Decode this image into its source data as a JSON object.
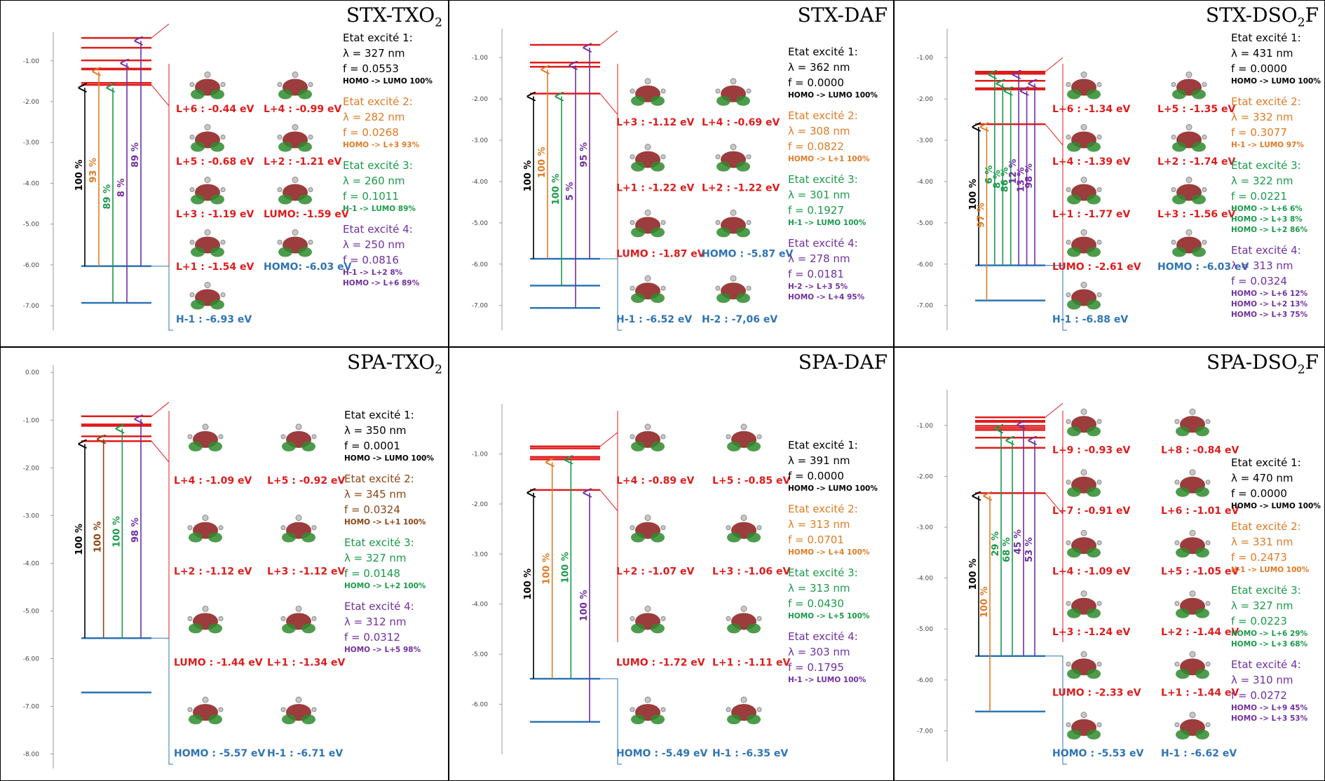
{
  "colors": {
    "black": "#000000",
    "orange": "#e07b24",
    "green": "#1a9a4a",
    "purple": "#7030a0",
    "red": "#e01b1b",
    "blue": "#2e74b5",
    "axis": "#999999"
  },
  "panels": [
    {
      "title": "STX-TXO",
      "title_sub": "2",
      "ytick_labels": [
        "-1.00",
        "-2.00",
        "-3.00",
        "-4.00",
        "-5.00",
        "-6.00",
        "-7.00"
      ],
      "ylim": [
        -0.3,
        -7.6
      ],
      "occupied_levels": [
        -6.03,
        -6.93
      ],
      "unoccupied_levels": [
        -0.44,
        -0.68,
        -0.99,
        -1.19,
        -1.21,
        -1.54,
        -1.59
      ],
      "arrows": [
        {
          "from": -6.03,
          "to": -1.59,
          "label": "100 %",
          "color": "black"
        },
        {
          "from": -6.03,
          "to": -1.19,
          "label": "93 %",
          "color": "orange"
        },
        {
          "from": -6.93,
          "to": -1.59,
          "label": "89 %",
          "color": "green"
        },
        {
          "from": -6.93,
          "to": -0.99,
          "label": "8 %",
          "color": "purple"
        },
        {
          "from": -6.03,
          "to": -0.44,
          "label": "89 %",
          "color": "purple"
        }
      ],
      "orbital_labels": [
        {
          "text": "L+6 : -0.44 eV",
          "color": "red"
        },
        {
          "text": "L+4 : -0.99 eV",
          "color": "red"
        },
        {
          "text": "L+5 : -0.68 eV",
          "color": "red"
        },
        {
          "text": "L+2 : -1.21 eV",
          "color": "red"
        },
        {
          "text": "L+3 : -1.19 eV",
          "color": "red"
        },
        {
          "text": "LUMO: -1.59 eV",
          "color": "red"
        },
        {
          "text": "L+1 : -1.54 eV",
          "color": "red"
        },
        {
          "text": "HOMO: -6.03 eV",
          "color": "blue"
        },
        {
          "text": "H-1 : -6.93 eV",
          "color": "blue"
        }
      ],
      "states": [
        {
          "name": "Etat excité 1:",
          "lambda": "λ = 327 nm",
          "f": "f = 0.0553",
          "transitions": [
            "HOMO -> LUMO 100%"
          ],
          "color": "black"
        },
        {
          "name": "Etat excité 2:",
          "lambda": "λ = 282 nm",
          "f": "f = 0.0268",
          "transitions": [
            "HOMO -> L+3 93%"
          ],
          "color": "orange"
        },
        {
          "name": "Etat excité 3:",
          "lambda": "λ = 260 nm",
          "f": "f = 0.1011",
          "transitions": [
            "H-1 -> LUMO 89%"
          ],
          "color": "green"
        },
        {
          "name": "Etat excité 4:",
          "lambda": "λ = 250 nm",
          "f": "f = 0.0816",
          "transitions": [
            "H-1 -> L+2          8%",
            "HOMO -> L+6 89%"
          ],
          "color": "purple"
        }
      ]
    },
    {
      "title": "STX-DAF",
      "title_sub": "",
      "ytick_labels": [
        "-1.00",
        "-2.00",
        "-3.00",
        "-4.00",
        "-5.00",
        "-6.00",
        "-7.00"
      ],
      "ylim": [
        -0.3,
        -7.6
      ],
      "occupied_levels": [
        -5.87,
        -6.52,
        -7.06
      ],
      "unoccupied_levels": [
        -0.69,
        -1.12,
        -1.22,
        -1.87
      ],
      "arrows": [
        {
          "from": -5.87,
          "to": -1.87,
          "label": "100 %",
          "color": "black"
        },
        {
          "from": -5.87,
          "to": -1.22,
          "label": "100 %",
          "color": "orange"
        },
        {
          "from": -6.52,
          "to": -1.87,
          "label": "100 %",
          "color": "green"
        },
        {
          "from": -7.06,
          "to": -1.12,
          "label": "5 %",
          "color": "purple"
        },
        {
          "from": -5.87,
          "to": -0.69,
          "label": "95 %",
          "color": "purple"
        }
      ],
      "orbital_labels": [
        {
          "text": "L+3 : -1.12 eV",
          "color": "red"
        },
        {
          "text": "L+4 : -0.69 eV",
          "color": "red"
        },
        {
          "text": "L+1 : -1.22 eV",
          "color": "red"
        },
        {
          "text": "L+2 : -1.22 eV",
          "color": "red"
        },
        {
          "text": "LUMO : -1.87 eV",
          "color": "red"
        },
        {
          "text": "HOMO : -5.87 eV",
          "color": "blue"
        },
        {
          "text": "H-1 : -6.52 eV",
          "color": "blue"
        },
        {
          "text": "H-2 : -7,06 eV",
          "color": "blue"
        }
      ],
      "states": [
        {
          "name": "Etat excité 1:",
          "lambda": "λ = 362 nm",
          "f": "f = 0.0000",
          "transitions": [
            "HOMO -> LUMO 100%"
          ],
          "color": "black"
        },
        {
          "name": "Etat excité 2:",
          "lambda": "λ = 308 nm",
          "f": "f = 0.0822",
          "transitions": [
            "HOMO -> L+1 100%"
          ],
          "color": "orange"
        },
        {
          "name": "Etat excité 3:",
          "lambda": "λ = 301 nm",
          "f": "f = 0.1927",
          "transitions": [
            "H-1 -> LUMO 100%"
          ],
          "color": "green"
        },
        {
          "name": "Etat excité 4:",
          "lambda": "λ = 278 nm",
          "f": "f = 0.0181",
          "transitions": [
            "H-2 -> L+3          5%",
            "HOMO -> L+4 95%"
          ],
          "color": "purple"
        }
      ]
    },
    {
      "title": "STX-DSO",
      "title_sub": "2",
      "title_tail": "F",
      "ytick_labels": [
        "-1.00",
        "-2.00",
        "-3.00",
        "-4.00",
        "-5.00",
        "-6.00",
        "-7.00"
      ],
      "ylim": [
        -0.3,
        -7.6
      ],
      "occupied_levels": [
        -6.03,
        -6.88
      ],
      "unoccupied_levels": [
        -1.34,
        -1.35,
        -1.39,
        -1.56,
        -1.74,
        -1.77,
        -2.61
      ],
      "arrows": [
        {
          "from": -6.03,
          "to": -2.61,
          "label": "100 %",
          "color": "black"
        },
        {
          "from": -6.88,
          "to": -2.61,
          "label": "97 %",
          "color": "orange"
        },
        {
          "from": -6.03,
          "to": -1.34,
          "label": "6 %",
          "color": "green"
        },
        {
          "from": -6.03,
          "to": -1.56,
          "label": "8 %",
          "color": "green"
        },
        {
          "from": -6.03,
          "to": -1.74,
          "label": "86 %",
          "color": "green"
        },
        {
          "from": -6.03,
          "to": -1.34,
          "label": "12 %",
          "color": "purple"
        },
        {
          "from": -6.03,
          "to": -1.74,
          "label": "13 %",
          "color": "purple"
        },
        {
          "from": -6.03,
          "to": -1.56,
          "label": "98 %",
          "color": "purple"
        }
      ],
      "orbital_labels": [
        {
          "text": "L+6 : -1.34 eV",
          "color": "red"
        },
        {
          "text": "L+5 : -1.35 eV",
          "color": "red"
        },
        {
          "text": "L+4 : -1.39 eV",
          "color": "red"
        },
        {
          "text": "L+2 : -1.74 eV",
          "color": "red"
        },
        {
          "text": "L+1 : -1.77 eV",
          "color": "red"
        },
        {
          "text": "L+3 : -1.56 eV",
          "color": "red"
        },
        {
          "text": "LUMO : -2.61 eV",
          "color": "red"
        },
        {
          "text": "HOMO : -6.03 eV",
          "color": "blue"
        },
        {
          "text": "H-1 : -6.88 eV",
          "color": "blue"
        }
      ],
      "states": [
        {
          "name": "Etat excité 1:",
          "lambda": "λ = 431 nm",
          "f": "f = 0.0000",
          "transitions": [
            "HOMO -> LUMO 100%"
          ],
          "color": "black"
        },
        {
          "name": "Etat excité 2:",
          "lambda": "λ = 332 nm",
          "f": "f = 0.3077",
          "transitions": [
            "H-1 -> LUMO 97%"
          ],
          "color": "orange"
        },
        {
          "name": "Etat excité 3:",
          "lambda": "λ = 322 nm",
          "f": "f = 0.0221",
          "transitions": [
            "HOMO -> L+6   6%",
            "HOMO -> L+3   8%",
            "HOMO -> L+2 86%"
          ],
          "color": "green"
        },
        {
          "name": "Etat excité 4:",
          "lambda": "λ = 313 nm",
          "f": "f = 0.0324",
          "transitions": [
            "HOMO -> L+6 12%",
            "HOMO -> L+2 13%",
            "HOMO -> L+3 75%"
          ],
          "color": "purple"
        }
      ]
    },
    {
      "title": "SPA-TXO",
      "title_sub": "2",
      "ytick_labels": [
        "0.00",
        "-1.00",
        "-2.00",
        "-3.00",
        "-4.00",
        "-5.00",
        "-6.00",
        "-7.00",
        "-8.00"
      ],
      "ylim": [
        0.15,
        -8.3
      ],
      "occupied_levels": [
        -5.57,
        -6.71
      ],
      "unoccupied_levels": [
        -0.92,
        -1.09,
        -1.12,
        -1.12,
        -1.34,
        -1.44
      ],
      "arrows": [
        {
          "from": -5.57,
          "to": -1.44,
          "label": "100 %",
          "color": "black"
        },
        {
          "from": -5.57,
          "to": -1.34,
          "label": "100 %",
          "color": "brown"
        },
        {
          "from": -5.57,
          "to": -1.12,
          "label": "100 %",
          "color": "green"
        },
        {
          "from": -5.57,
          "to": -0.92,
          "label": "98 %",
          "color": "purple"
        }
      ],
      "orbital_labels": [
        {
          "text": "L+4 : -1.09 eV",
          "color": "red"
        },
        {
          "text": "L+5 : -0.92 eV",
          "color": "red"
        },
        {
          "text": "L+2 : -1.12 eV",
          "color": "red"
        },
        {
          "text": "L+3 : -1.12 eV",
          "color": "red"
        },
        {
          "text": "LUMO : -1.44 eV",
          "color": "red"
        },
        {
          "text": "L+1 : -1.34 eV",
          "color": "red"
        },
        {
          "text": "HOMO : -5.57 eV",
          "color": "blue"
        },
        {
          "text": "H-1 : -6.71 eV",
          "color": "blue"
        }
      ],
      "states": [
        {
          "name": "Etat excité 1:",
          "lambda": "λ = 350 nm",
          "f": "f = 0.0001",
          "transitions": [
            "HOMO -> LUMO 100%"
          ],
          "color": "black"
        },
        {
          "name": "Etat excité 2:",
          "lambda": "λ = 345 nm",
          "f": "f = 0.0324",
          "transitions": [
            "HOMO -> L+1 100%"
          ],
          "color": "brown"
        },
        {
          "name": "Etat excité 3:",
          "lambda": "λ = 327 nm",
          "f": "f = 0.0148",
          "transitions": [
            "HOMO -> L+2 100%"
          ],
          "color": "green"
        },
        {
          "name": "Etat excité 4:",
          "lambda": "λ = 312 nm",
          "f": "f = 0.0312",
          "transitions": [
            "HOMO -> L+5 98%"
          ],
          "color": "purple"
        }
      ]
    },
    {
      "title": "SPA-DAF",
      "title_sub": "",
      "ytick_labels": [
        "-1.00",
        "-2.00",
        "-3.00",
        "-4.00",
        "-5.00",
        "-6.00"
      ],
      "ylim": [
        0.0,
        -7.0
      ],
      "occupied_levels": [
        -5.49,
        -6.35
      ],
      "unoccupied_levels": [
        -0.85,
        -0.89,
        -1.06,
        -1.07,
        -1.11,
        -1.72
      ],
      "arrows": [
        {
          "from": -5.49,
          "to": -1.72,
          "label": "100 %",
          "color": "black"
        },
        {
          "from": -5.49,
          "to": -1.11,
          "label": "100 %",
          "color": "orange"
        },
        {
          "from": -5.49,
          "to": -1.06,
          "label": "100 %",
          "color": "green"
        },
        {
          "from": -6.35,
          "to": -1.72,
          "label": "100 %",
          "color": "purple"
        }
      ],
      "orbital_labels": [
        {
          "text": "L+4 : -0.89 eV",
          "color": "red"
        },
        {
          "text": "L+5 : -0.85 eV",
          "color": "red"
        },
        {
          "text": "L+2 : -1.07 eV",
          "color": "red"
        },
        {
          "text": "L+3 : -1.06 eV",
          "color": "red"
        },
        {
          "text": "LUMO : -1.72 eV",
          "color": "red"
        },
        {
          "text": "L+1 : -1.11 eV",
          "color": "red"
        },
        {
          "text": "HOMO : -5.49 eV",
          "color": "blue"
        },
        {
          "text": "H-1 : -6.35 eV",
          "color": "blue"
        }
      ],
      "states": [
        {
          "name": "Etat excité 1:",
          "lambda": "λ = 391 nm",
          "f": "f = 0.0000",
          "transitions": [
            "HOMO -> LUMO 100%"
          ],
          "color": "black"
        },
        {
          "name": "Etat excité 2:",
          "lambda": "λ = 313 nm",
          "f": "f = 0.0701",
          "transitions": [
            "HOMO -> L+4 100%"
          ],
          "color": "orange"
        },
        {
          "name": "Etat excité 3:",
          "lambda": "λ = 313 nm",
          "f": "f = 0.0430",
          "transitions": [
            "HOMO -> L+5 100%"
          ],
          "color": "green"
        },
        {
          "name": "Etat excité 4:",
          "lambda": "λ = 303 nm",
          "f": "f = 0.1795",
          "transitions": [
            "H-1 -> LUMO 100%"
          ],
          "color": "purple"
        }
      ]
    },
    {
      "title": "SPA-DSO",
      "title_sub": "2",
      "title_tail": "F",
      "ytick_labels": [
        "-1.00",
        "-2.00",
        "-3.00",
        "-4.00",
        "-5.00",
        "-6.00",
        "-7.00"
      ],
      "ylim": [
        -0.3,
        -7.6
      ],
      "occupied_levels": [
        -5.53,
        -6.62
      ],
      "unoccupied_levels": [
        -0.84,
        -0.91,
        -0.93,
        -1.01,
        -1.05,
        -1.09,
        -1.24,
        -1.44,
        -1.44,
        -2.33
      ],
      "arrows": [
        {
          "from": -5.53,
          "to": -2.33,
          "label": "100 %",
          "color": "black"
        },
        {
          "from": -6.62,
          "to": -2.33,
          "label": "100 %",
          "color": "orange"
        },
        {
          "from": -5.53,
          "to": -1.01,
          "label": "29 %",
          "color": "green"
        },
        {
          "from": -5.53,
          "to": -1.24,
          "label": "68 %",
          "color": "green"
        },
        {
          "from": -5.53,
          "to": -0.93,
          "label": "45 %",
          "color": "purple"
        },
        {
          "from": -5.53,
          "to": -1.24,
          "label": "53 %",
          "color": "purple"
        }
      ],
      "orbital_labels": [
        {
          "text": "L+9 : -0.93 eV",
          "color": "red"
        },
        {
          "text": "L+8 : -0.84 eV",
          "color": "red"
        },
        {
          "text": "L+7 : -0.91 eV",
          "color": "red"
        },
        {
          "text": "L+6 : -1.01 eV",
          "color": "red"
        },
        {
          "text": "L+4 : -1.09 eV",
          "color": "red"
        },
        {
          "text": "L+5 : -1.05 eV",
          "color": "red"
        },
        {
          "text": "L+3 : -1.24 eV",
          "color": "red"
        },
        {
          "text": "L+2 : -1.44 eV",
          "color": "red"
        },
        {
          "text": "LUMO : -2.33 eV",
          "color": "red"
        },
        {
          "text": "L+1 : -1.44 eV",
          "color": "red"
        },
        {
          "text": "HOMO : -5.53 eV",
          "color": "blue"
        },
        {
          "text": "H-1 : -6.62 eV",
          "color": "blue"
        }
      ],
      "states": [
        {
          "name": "Etat excité 1:",
          "lambda": "λ = 470 nm",
          "f": "f = 0.0000",
          "transitions": [
            "HOMO -> LUMO 100%"
          ],
          "color": "black"
        },
        {
          "name": "Etat excité 2:",
          "lambda": "λ = 331 nm",
          "f": "f = 0.2473",
          "transitions": [
            "H-1 -> LUMO 100%"
          ],
          "color": "orange"
        },
        {
          "name": "Etat excité 3:",
          "lambda": "λ = 327 nm",
          "f": "f = 0.0223",
          "transitions": [
            "HOMO -> L+6 29%",
            "HOMO -> L+3 68%"
          ],
          "color": "green"
        },
        {
          "name": "Etat excité 4:",
          "lambda": "λ = 310 nm",
          "f": "f = 0.0272",
          "transitions": [
            "HOMO -> L+9 45%",
            "HOMO -> L+3 53%"
          ],
          "color": "purple"
        }
      ]
    }
  ]
}
